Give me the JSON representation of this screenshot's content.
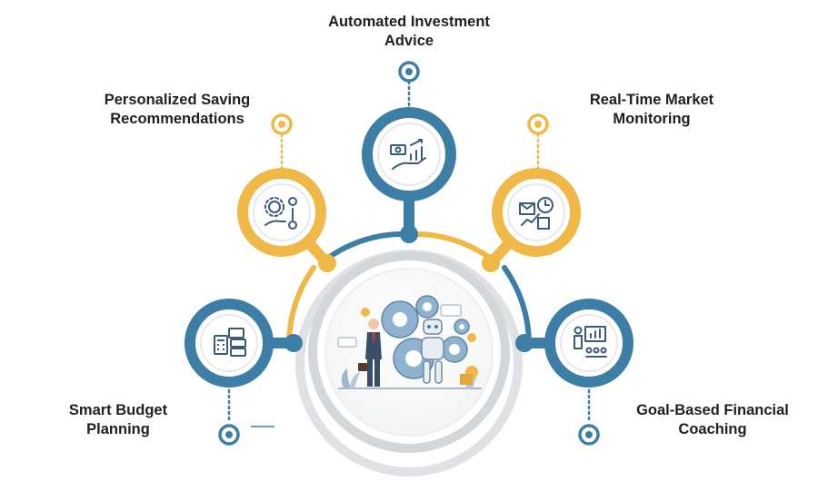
{
  "colors": {
    "blue": "#3d7ea6",
    "blue_dark": "#2d6a8f",
    "gold": "#f0b847",
    "gray_ring": "#d7d9dc",
    "icon_dark": "#3a5a7a"
  },
  "items": [
    {
      "key": "automated-investment",
      "line1": "Automated Investment",
      "line2": "Advice",
      "icon": "money-hand-growth-icon",
      "color": "blue"
    },
    {
      "key": "personalized-saving",
      "line1": "Personalized Saving",
      "line2": "Recommendations",
      "icon": "settings-coins-icon",
      "color": "gold"
    },
    {
      "key": "real-time-market",
      "line1": "Real-Time Market",
      "line2": "Monitoring",
      "icon": "market-monitor-icon",
      "color": "gold"
    },
    {
      "key": "smart-budget",
      "line1": "Smart Budget",
      "line2": "Planning",
      "icon": "calculator-budget-icon",
      "color": "blue"
    },
    {
      "key": "goal-based-coaching",
      "line1": "Goal-Based Financial",
      "line2": "Coaching",
      "icon": "presentation-coaching-icon",
      "color": "blue"
    }
  ],
  "center": {
    "icon": "robo-advisor-illustration"
  }
}
